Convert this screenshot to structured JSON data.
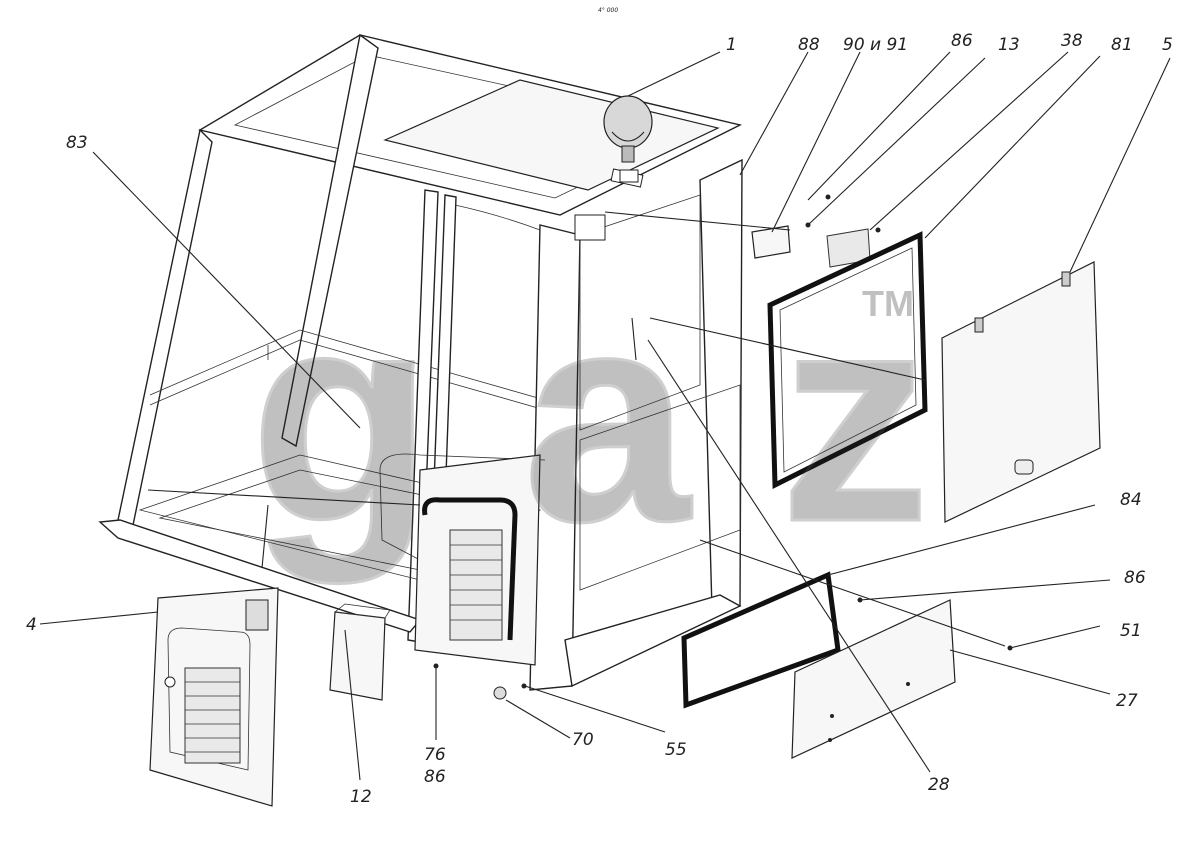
{
  "header": {
    "code": "4° 000"
  },
  "watermark": {
    "text": "gaz",
    "tm": "TM"
  },
  "callouts": [
    {
      "id": "1",
      "label": "1"
    },
    {
      "id": "88",
      "label": "88"
    },
    {
      "id": "90",
      "label": "90 и 91"
    },
    {
      "id": "86a",
      "label": "86"
    },
    {
      "id": "13",
      "label": "13"
    },
    {
      "id": "38",
      "label": "38"
    },
    {
      "id": "81",
      "label": "81"
    },
    {
      "id": "5",
      "label": "5"
    },
    {
      "id": "83",
      "label": "83"
    },
    {
      "id": "84",
      "label": "84"
    },
    {
      "id": "86b",
      "label": "86"
    },
    {
      "id": "51",
      "label": "51"
    },
    {
      "id": "27",
      "label": "27"
    },
    {
      "id": "28",
      "label": "28"
    },
    {
      "id": "4",
      "label": "4"
    },
    {
      "id": "12",
      "label": "12"
    },
    {
      "id": "76",
      "label": "76"
    },
    {
      "id": "86c",
      "label": "86"
    },
    {
      "id": "70",
      "label": "70"
    },
    {
      "id": "55",
      "label": "55"
    }
  ]
}
